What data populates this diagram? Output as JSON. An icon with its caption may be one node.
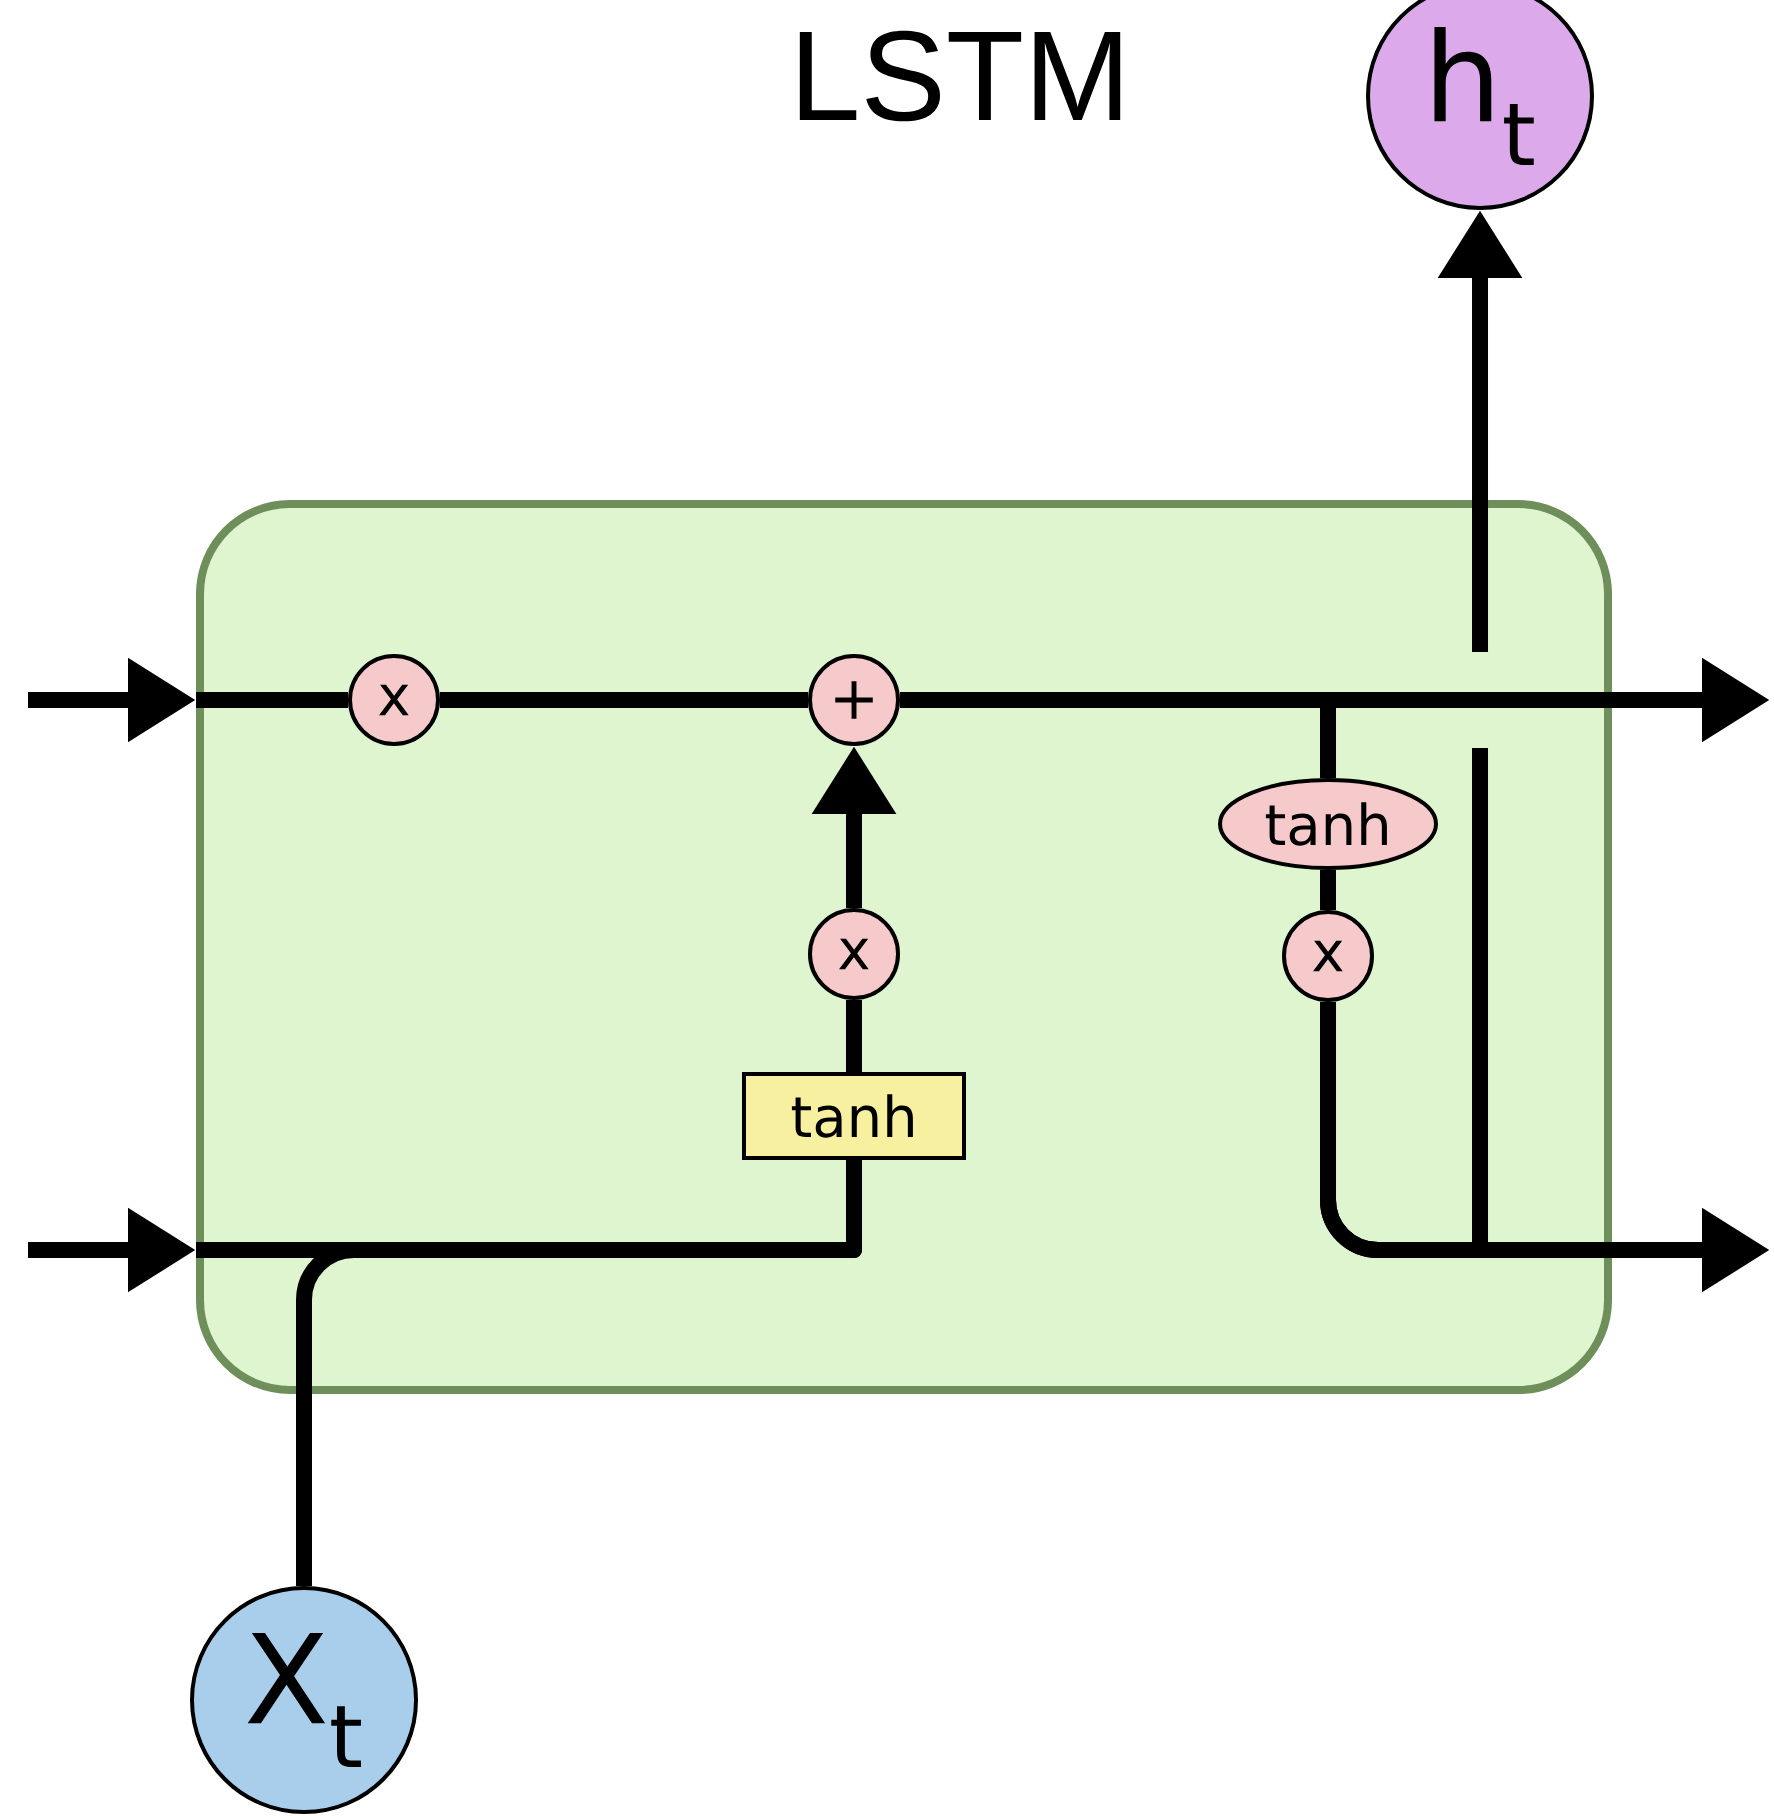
{
  "diagram": {
    "title": "LSTM",
    "nodes": [
      {
        "text": [],
        "shape": "box"
      },
      {
        "text": [
          "x"
        ],
        "in": 0
      },
      {
        "text": [
          "+"
        ],
        "in": 0
      },
      {
        "text": [
          "x"
        ],
        "in": 0
      },
      {
        "text": [
          "tanh"
        ],
        "in": 0
      },
      {
        "text": [
          "tanh"
        ],
        "in": 0
      },
      {
        "text": [
          "x"
        ],
        "in": 0
      },
      {
        "text": [
          "h$_{t}$"
        ]
      },
      {
        "text": [
          "X$_{t}$"
        ]
      }
    ],
    "edges": [
      {
        "from": null,
        "to": 0,
        "arrow": "to"
      },
      {
        "from": 0,
        "to": 1,
        "arrow": "none"
      },
      {
        "from": 1,
        "to": 2,
        "arrow": "none"
      },
      {
        "from": 2,
        "to": null,
        "arrow": "to"
      },
      {
        "from": 3,
        "to": 2,
        "arrow": "to"
      },
      {
        "from": 4,
        "to": 3,
        "arrow": "none"
      },
      {
        "from": null,
        "to": 0,
        "arrow": "to"
      },
      {
        "from": 0,
        "to": 4,
        "arrow": "none"
      },
      {
        "from": 8,
        "to": 4,
        "arrow": "none"
      },
      {
        "from": 2,
        "to": 5,
        "arrow": "none"
      },
      {
        "from": 5,
        "to": 6,
        "arrow": "none"
      },
      {
        "from": 6,
        "to": 7,
        "arrow": "to"
      },
      {
        "from": 6,
        "to": null,
        "arrow": "to"
      }
    ]
  }
}
